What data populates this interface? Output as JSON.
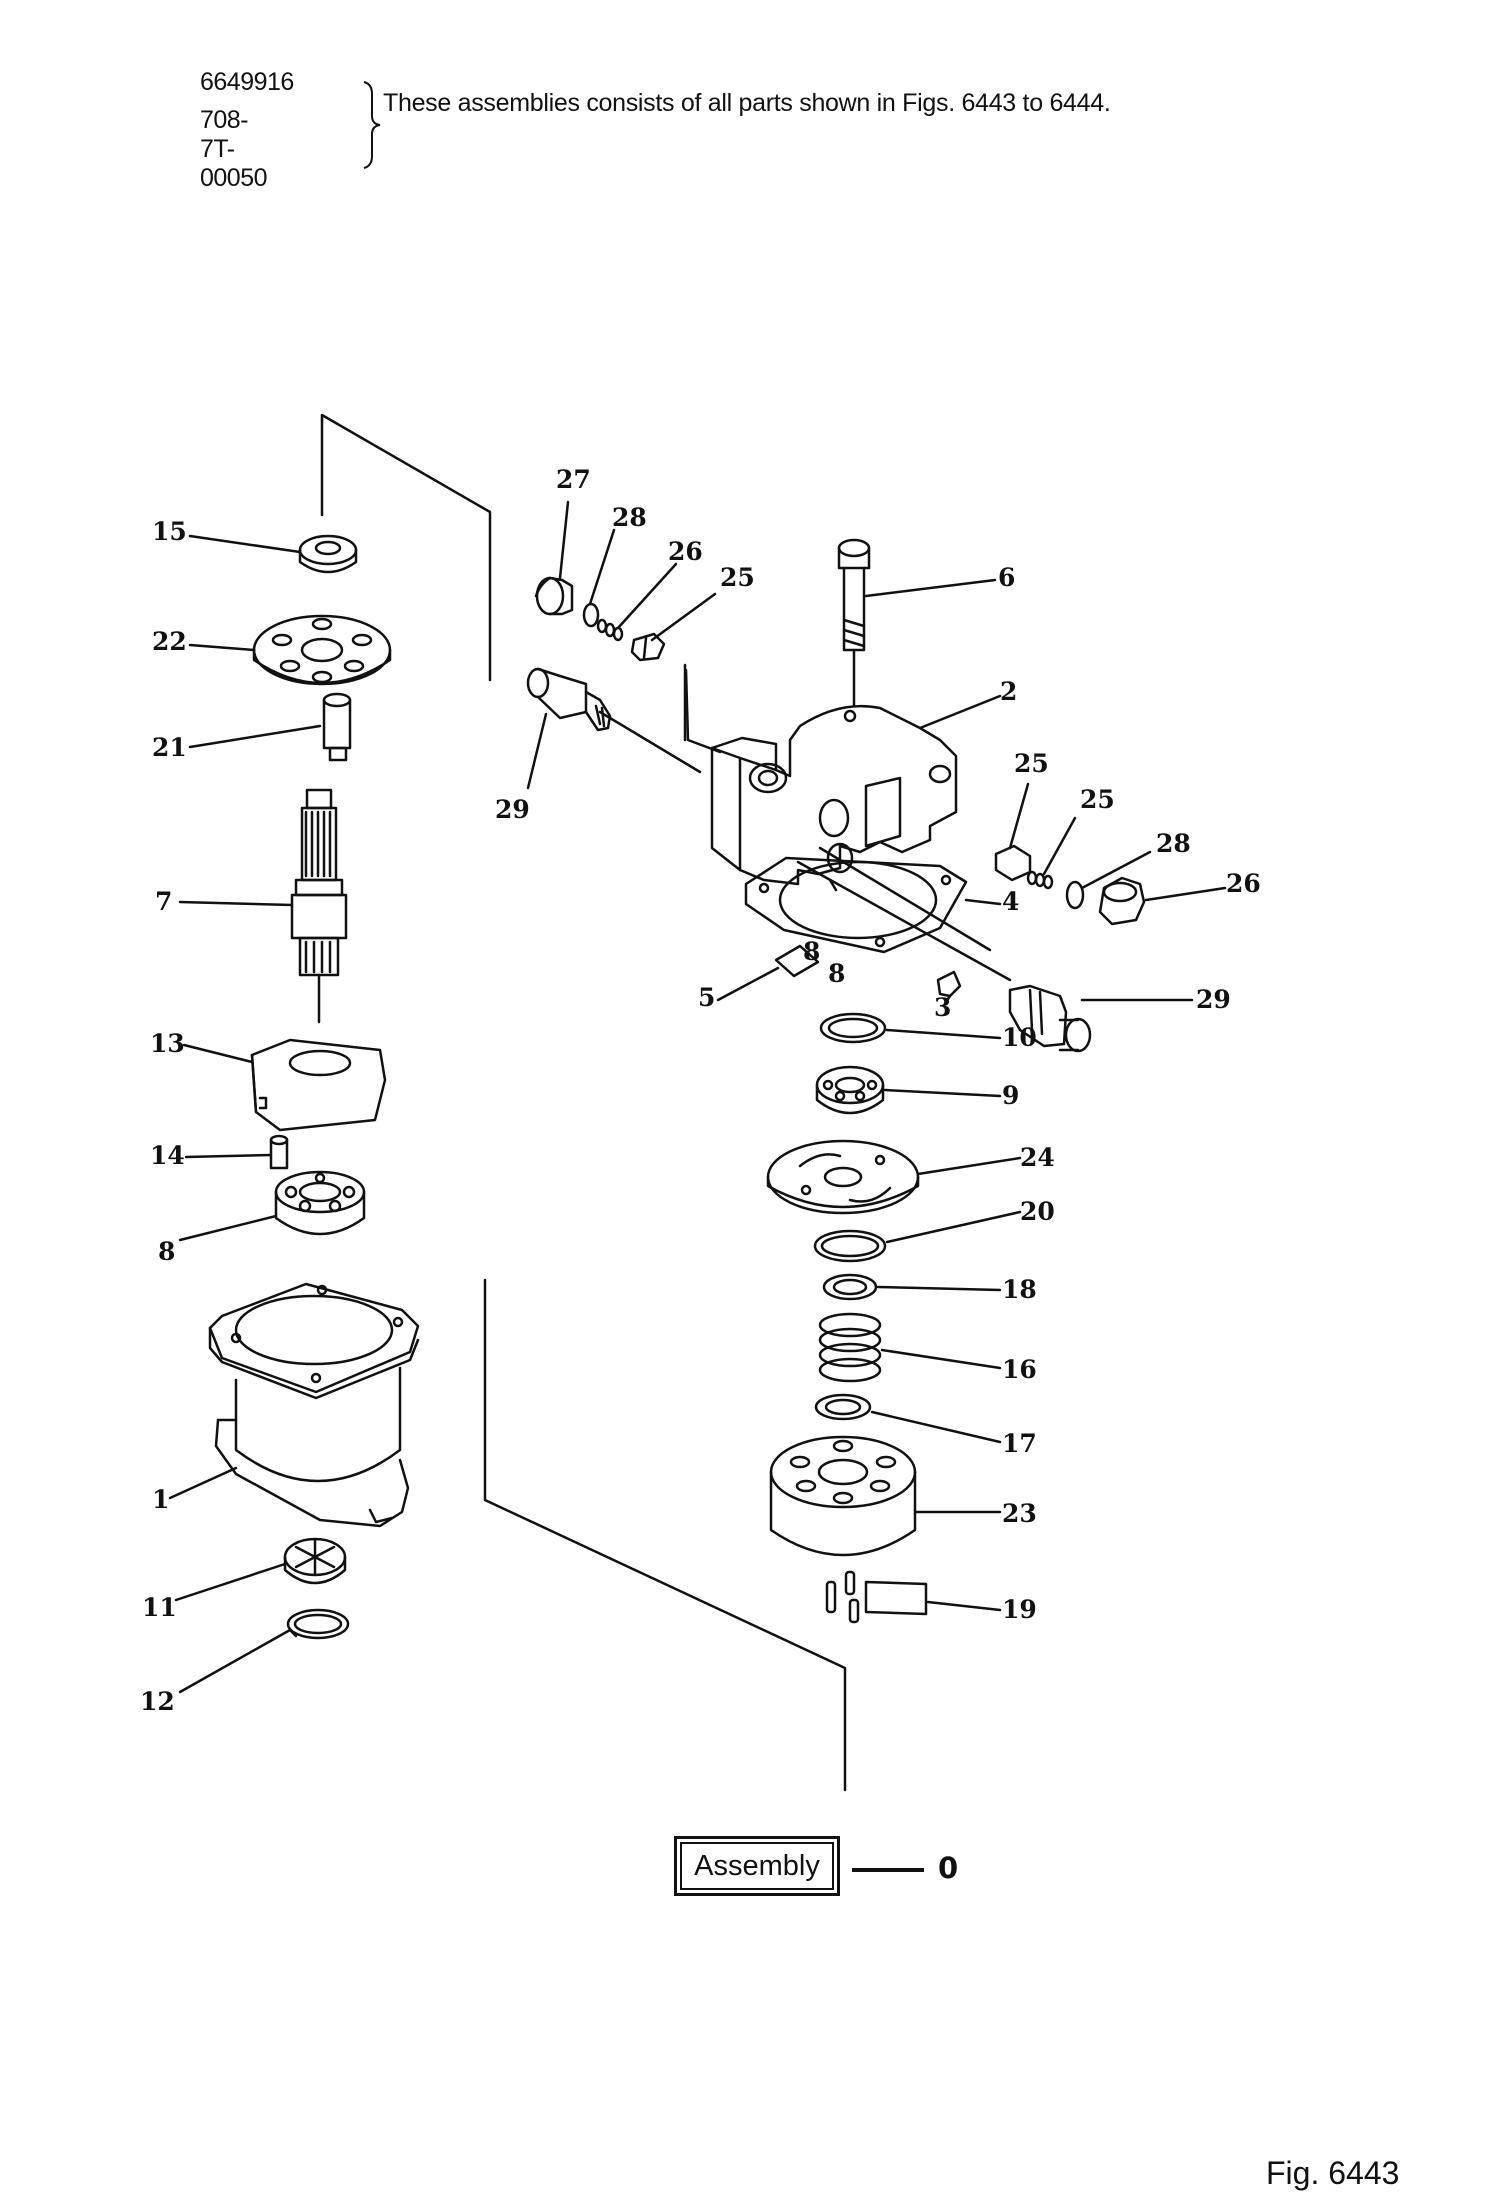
{
  "header": {
    "part_numbers": [
      "6649916",
      "708-7T-00050"
    ],
    "note": "These assemblies consists of all parts shown in Figs. 6443 to 6444."
  },
  "callouts": [
    "1",
    "2",
    "3",
    "4",
    "5",
    "6",
    "7",
    "8",
    "9",
    "10",
    "11",
    "12",
    "13",
    "14",
    "15",
    "16",
    "17",
    "18",
    "19",
    "20",
    "21",
    "22",
    "23",
    "24",
    "25",
    "25",
    "26",
    "26",
    "27",
    "27",
    "28",
    "28",
    "29",
    "29",
    "8",
    "8"
  ],
  "assembly": {
    "label": "Assembly",
    "number": "0"
  },
  "figure": {
    "label": "Fig. 6443"
  }
}
